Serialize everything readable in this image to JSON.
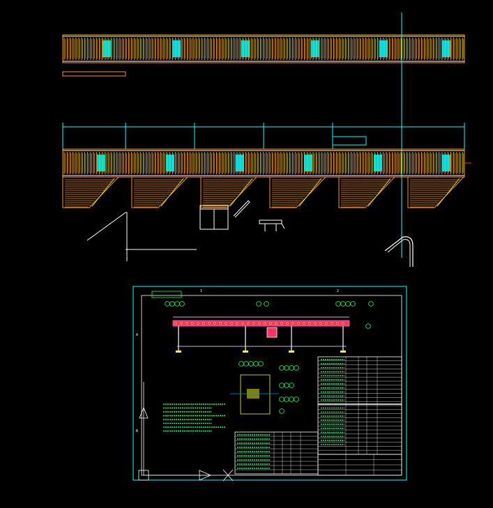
{
  "colors": {
    "background": "#000000",
    "orange": "#ff9900",
    "yellow": "#ffff00",
    "cyan": "#00ffff",
    "green": "#00ff66",
    "white": "#ffffff",
    "red": "#ff3333",
    "magenta": "#ff66cc"
  },
  "icons": {
    "north_arrow": "triangle-arrow-icon",
    "title_block": "grid-table-icon"
  },
  "dimensions": {
    "top_row": [
      "",
      "",
      "",
      "",
      "",
      ""
    ],
    "detail_tag": ""
  },
  "sheet": {
    "title_tag": "",
    "edge_marks": [
      "1",
      "2",
      "A",
      "B"
    ],
    "bottom_mark": "X"
  }
}
